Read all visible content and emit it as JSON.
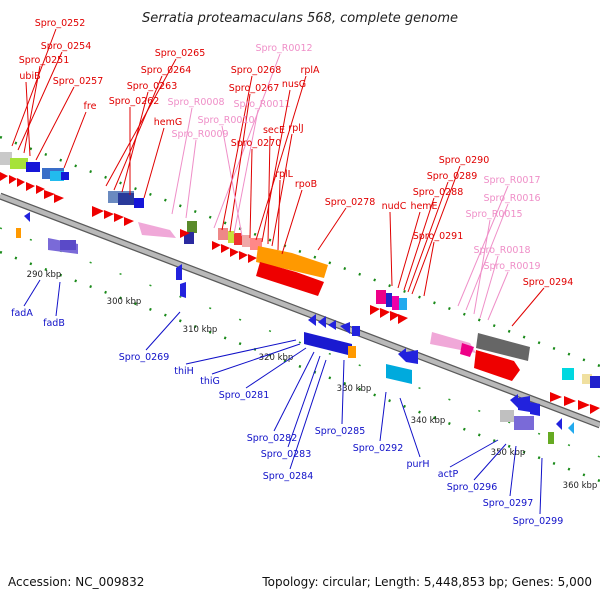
{
  "title": "Serratia proteamaculans 568, complete genome",
  "footer": {
    "accession": "Accession: NC_009832",
    "summary": "Topology: circular; Length: 5,448,853 bp; Genes: 5,000"
  },
  "colors": {
    "plus_label": "#e00000",
    "rna_label": "#ef8fc8",
    "minus_label": "#1010c8",
    "backbone": "#9a9a9a",
    "tick": "#1a8a1a"
  },
  "scale": {
    "ticks": [
      {
        "label": "290 kbp"
      },
      {
        "label": "300 kbp"
      },
      {
        "label": "310 kbp"
      },
      {
        "label": "320 kbp"
      },
      {
        "label": "330 kbp"
      },
      {
        "label": "340 kbp"
      },
      {
        "label": "350 kbp"
      },
      {
        "label": "360 kbp"
      }
    ]
  },
  "upper_labels": [
    {
      "text": "Spro_0252",
      "kind": "plus"
    },
    {
      "text": "Spro_0254",
      "kind": "plus"
    },
    {
      "text": "Spro_0251",
      "kind": "plus"
    },
    {
      "text": "ubiB",
      "kind": "plus"
    },
    {
      "text": "Spro_0257",
      "kind": "plus"
    },
    {
      "text": "fre",
      "kind": "plus"
    },
    {
      "text": "Spro_0265",
      "kind": "plus"
    },
    {
      "text": "Spro_0264",
      "kind": "plus"
    },
    {
      "text": "Spro_0263",
      "kind": "plus"
    },
    {
      "text": "Spro_0262",
      "kind": "plus"
    },
    {
      "text": "hemG",
      "kind": "plus"
    },
    {
      "text": "Spro_R0008",
      "kind": "rna"
    },
    {
      "text": "Spro_R0009",
      "kind": "rna"
    },
    {
      "text": "Spro_R0012",
      "kind": "rna"
    },
    {
      "text": "Spro_0268",
      "kind": "plus"
    },
    {
      "text": "Spro_0267",
      "kind": "plus"
    },
    {
      "text": "Spro_R0011",
      "kind": "rna"
    },
    {
      "text": "Spro_R0010",
      "kind": "rna"
    },
    {
      "text": "Spro_0270",
      "kind": "plus"
    },
    {
      "text": "rplA",
      "kind": "plus"
    },
    {
      "text": "nusG",
      "kind": "plus"
    },
    {
      "text": "secE",
      "kind": "plus"
    },
    {
      "text": "rplJ",
      "kind": "plus"
    },
    {
      "text": "rplL",
      "kind": "plus"
    },
    {
      "text": "rpoB",
      "kind": "plus"
    },
    {
      "text": "Spro_0278",
      "kind": "plus"
    },
    {
      "text": "nudC",
      "kind": "plus"
    },
    {
      "text": "hemE",
      "kind": "plus"
    },
    {
      "text": "Spro_0288",
      "kind": "plus"
    },
    {
      "text": "Spro_0289",
      "kind": "plus"
    },
    {
      "text": "Spro_0290",
      "kind": "plus"
    },
    {
      "text": "Spro_0291",
      "kind": "plus"
    },
    {
      "text": "Spro_R0017",
      "kind": "rna"
    },
    {
      "text": "Spro_R0016",
      "kind": "rna"
    },
    {
      "text": "Spro_R0015",
      "kind": "rna"
    },
    {
      "text": "Spro_R0018",
      "kind": "rna"
    },
    {
      "text": "Spro_R0019",
      "kind": "rna"
    },
    {
      "text": "Spro_0294",
      "kind": "plus"
    }
  ],
  "lower_labels": [
    {
      "text": "fadA"
    },
    {
      "text": "fadB"
    },
    {
      "text": "Spro_0269"
    },
    {
      "text": "thiH"
    },
    {
      "text": "thiG"
    },
    {
      "text": "Spro_0281"
    },
    {
      "text": "Spro_0282"
    },
    {
      "text": "Spro_0283"
    },
    {
      "text": "Spro_0284"
    },
    {
      "text": "Spro_0285"
    },
    {
      "text": "Spro_0292"
    },
    {
      "text": "purH"
    },
    {
      "text": "actP"
    },
    {
      "text": "Spro_0296"
    },
    {
      "text": "Spro_0297"
    },
    {
      "text": "Spro_0299"
    }
  ]
}
